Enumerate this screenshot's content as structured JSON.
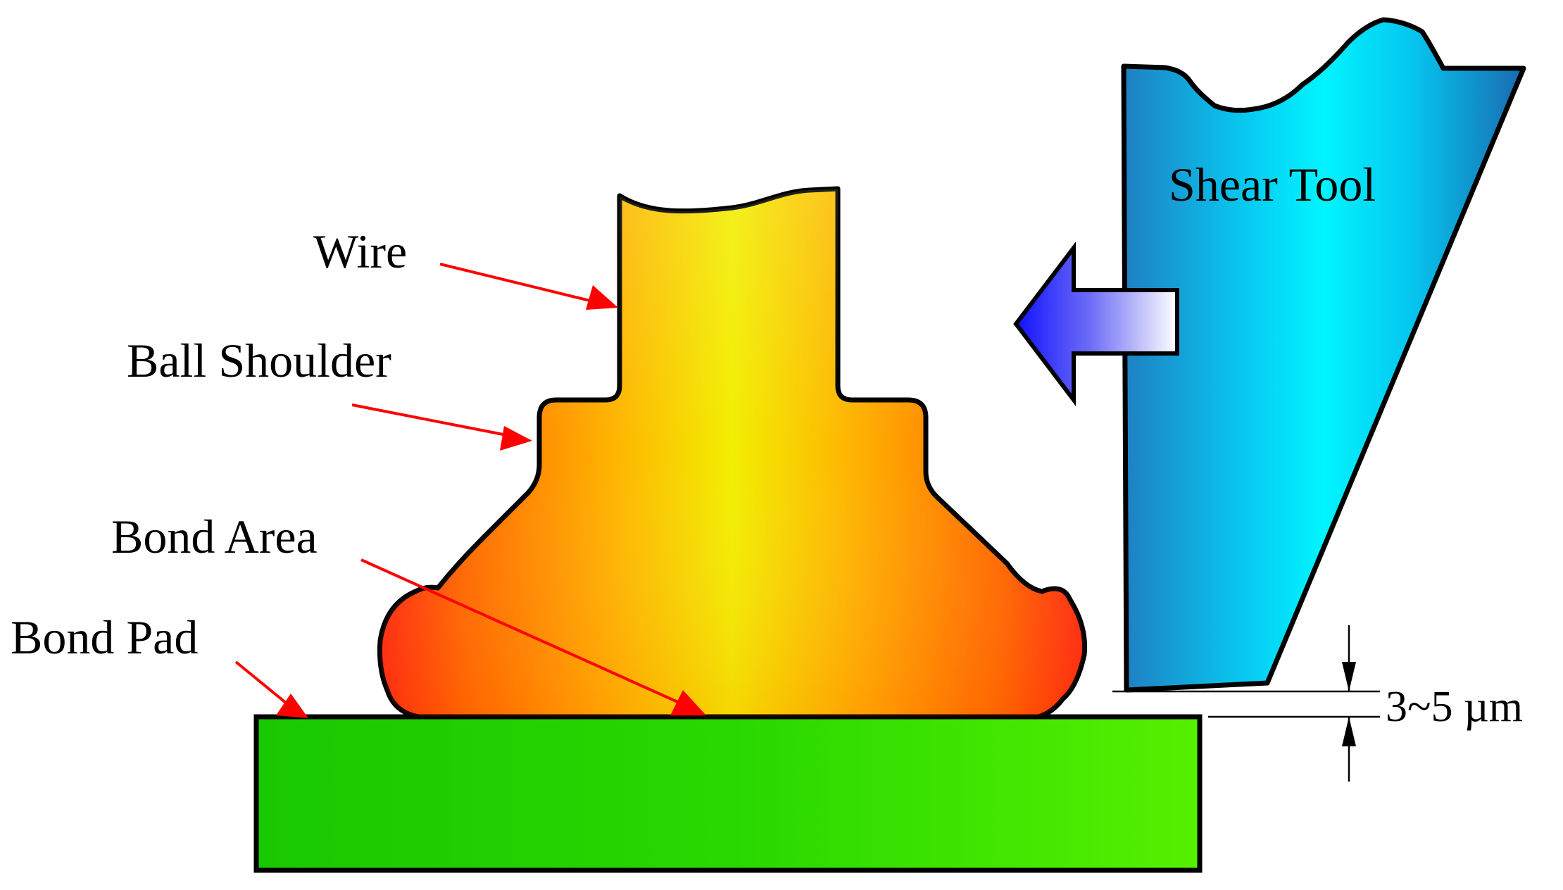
{
  "labels": {
    "wire": "Wire",
    "ball_shoulder": "Ball Shoulder",
    "bond_area": "Bond Area",
    "bond_pad": "Bond Pad",
    "shear_tool": "Shear Tool",
    "gap": "3~5 µm"
  },
  "colors": {
    "ball_center": "#f2ee00",
    "ball_mid": "#ffa000",
    "ball_edge": "#ff2a10",
    "pad": "#22d400",
    "tool_light": "#00f4ff",
    "tool_dark": "#1a73b8",
    "arrow_head": "#1a1aff",
    "pointer": "#ff0000"
  }
}
